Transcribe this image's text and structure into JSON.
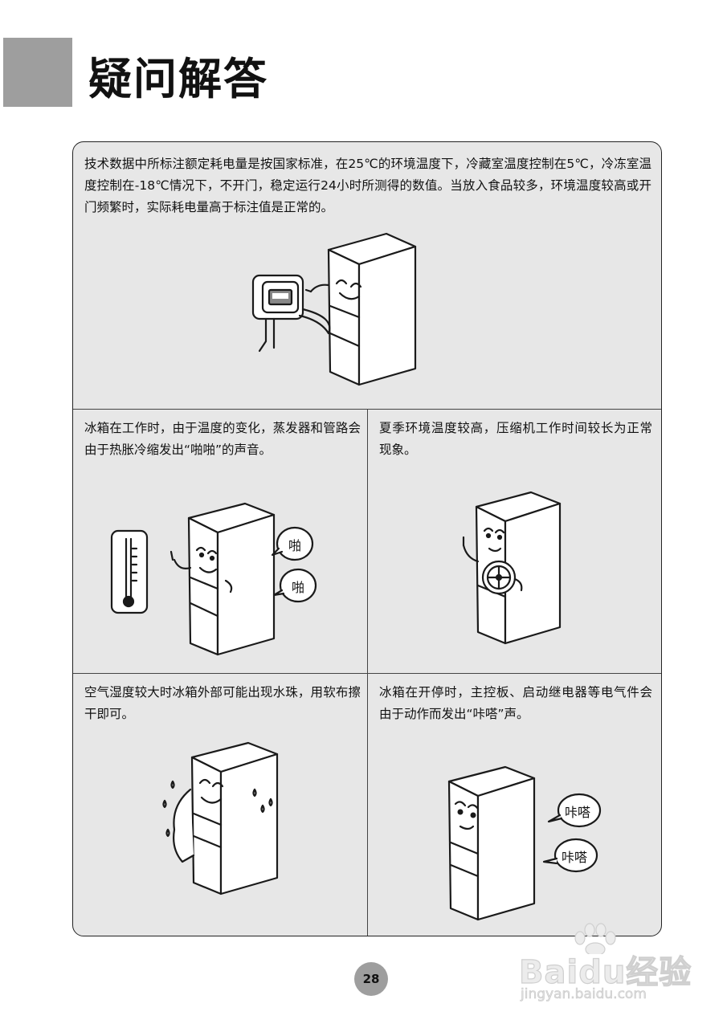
{
  "page": {
    "title": "疑问解答",
    "number": "28"
  },
  "cells": {
    "top": {
      "text": "技术数据中所标注额定耗电量是按国家标准，在25℃的环境温度下，冷藏室温度控制在5℃，冷冻室温度控制在-18℃情况下，不开门，稳定运行24小时所测得的数值。当放入食品较多，环境温度较高或开门频繁时，实际耗电量高于标注值是正常的。"
    },
    "middle_left": {
      "text": "冰箱在工作时，由于温度的变化，蒸发器和管路会由于热胀冷缩发出“啪啪”的声音。",
      "bubble_1": "啪",
      "bubble_2": "啪"
    },
    "middle_right": {
      "text": "夏季环境温度较高，压缩机工作时间较长为正常现象。"
    },
    "bottom_left": {
      "text": "空气湿度较大时冰箱外部可能出现水珠，用软布擦干即可。"
    },
    "bottom_right": {
      "text": "冰箱在开停时，主控板、启动继电器等电气件会由于动作而发出“咔嗒”声。",
      "bubble_1": "咔嗒",
      "bubble_2": "咔嗒"
    }
  },
  "watermark": {
    "brand": "Baidu经验",
    "url": "jingyan.baidu.com"
  },
  "colors": {
    "panel_bg": "#e7e7e7",
    "title_block": "#9e9e9e",
    "page_number_bg": "#9e9e9e"
  }
}
